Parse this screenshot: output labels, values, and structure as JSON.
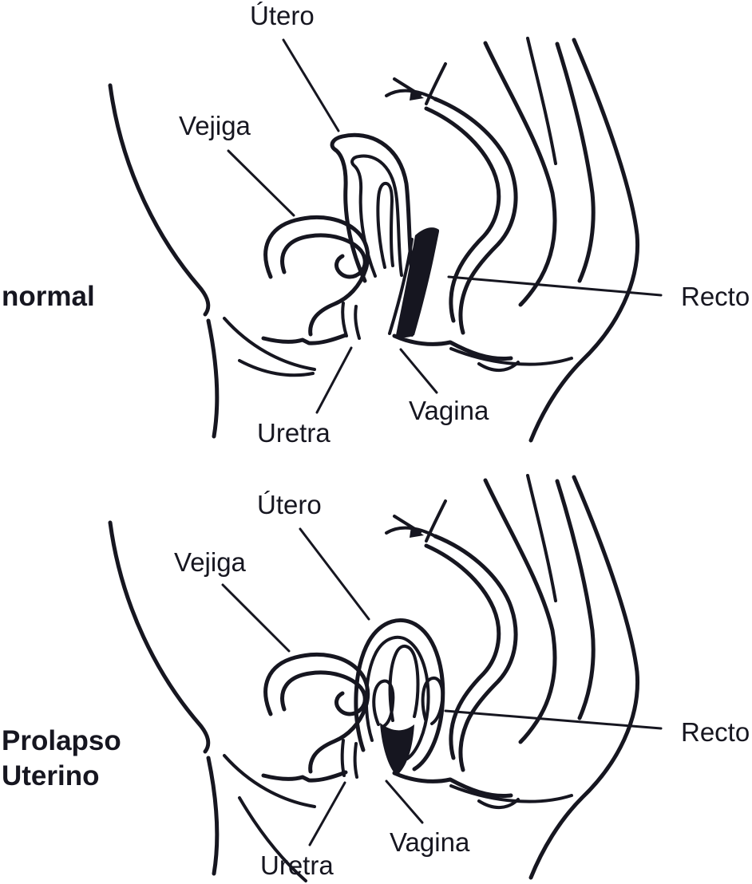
{
  "colors": {
    "ink": "#161620",
    "background": "#ffffff"
  },
  "panels": {
    "normal": {
      "title": "normal",
      "labels": {
        "utero": "Útero",
        "vejiga": "Vejiga",
        "recto": "Recto",
        "vagina": "Vagina",
        "uretra": "Uretra"
      }
    },
    "prolapse": {
      "title_line1": "Prolapso",
      "title_line2": "Uterino",
      "labels": {
        "utero": "Útero",
        "vejiga": "Vejiga",
        "recto": "Recto",
        "vagina": "Vagina",
        "uretra": "Uretra"
      }
    }
  }
}
